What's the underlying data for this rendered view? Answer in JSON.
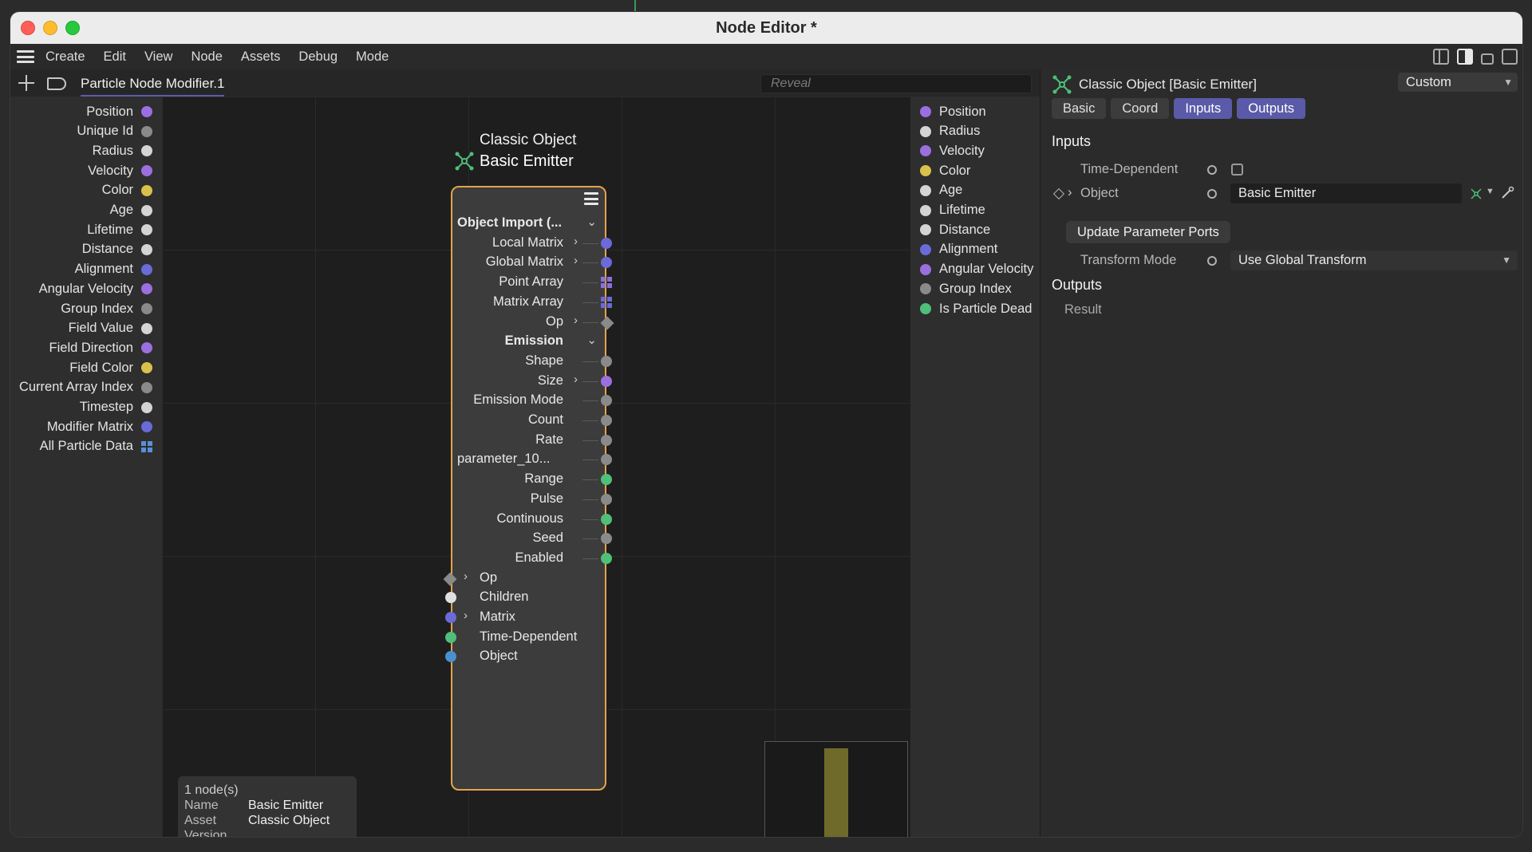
{
  "window": {
    "title": "Node Editor *"
  },
  "menu": {
    "items": [
      "Create",
      "Edit",
      "View",
      "Node",
      "Assets",
      "Debug",
      "Mode"
    ]
  },
  "tabbar": {
    "active_tab": "Particle Node Modifier.1",
    "reveal_placeholder": "Reveal"
  },
  "left_ports": [
    {
      "label": "Position",
      "color": "#9b6fe0",
      "kind": "dot"
    },
    {
      "label": "Unique Id",
      "color": "#8a8a8a",
      "kind": "dot"
    },
    {
      "label": "Radius",
      "color": "#d4d4d4",
      "kind": "dot"
    },
    {
      "label": "Velocity",
      "color": "#9b6fe0",
      "kind": "dot"
    },
    {
      "label": "Color",
      "color": "#d9c24a",
      "kind": "dot"
    },
    {
      "label": "Age",
      "color": "#d4d4d4",
      "kind": "dot"
    },
    {
      "label": "Lifetime",
      "color": "#d4d4d4",
      "kind": "dot"
    },
    {
      "label": "Distance",
      "color": "#d4d4d4",
      "kind": "dot"
    },
    {
      "label": "Alignment",
      "color": "#6a6ad8",
      "kind": "dot"
    },
    {
      "label": "Angular Velocity",
      "color": "#9b6fe0",
      "kind": "dot"
    },
    {
      "label": "Group Index",
      "color": "#8a8a8a",
      "kind": "dot"
    },
    {
      "label": "Field Value",
      "color": "#d4d4d4",
      "kind": "dot"
    },
    {
      "label": "Field Direction",
      "color": "#9b6fe0",
      "kind": "dot"
    },
    {
      "label": "Field Color",
      "color": "#d9c24a",
      "kind": "dot"
    },
    {
      "label": "Current Array Index",
      "color": "#8a8a8a",
      "kind": "dot"
    },
    {
      "label": "Timestep",
      "color": "#d4d4d4",
      "kind": "dot"
    },
    {
      "label": "Modifier Matrix",
      "color": "#6a6ad8",
      "kind": "dot"
    },
    {
      "label": "All Particle Data",
      "color": "#5a8fd8",
      "kind": "grid"
    }
  ],
  "right_ports": [
    {
      "label": "Position",
      "color": "#9b6fe0"
    },
    {
      "label": "Radius",
      "color": "#d4d4d4"
    },
    {
      "label": "Velocity",
      "color": "#9b6fe0"
    },
    {
      "label": "Color",
      "color": "#d9c24a"
    },
    {
      "label": "Age",
      "color": "#d4d4d4"
    },
    {
      "label": "Lifetime",
      "color": "#d4d4d4"
    },
    {
      "label": "Distance",
      "color": "#d4d4d4"
    },
    {
      "label": "Alignment",
      "color": "#6a6ad8"
    },
    {
      "label": "Angular Velocity",
      "color": "#9b6fe0"
    },
    {
      "label": "Group Index",
      "color": "#8a8a8a"
    },
    {
      "label": "Is Particle Dead",
      "color": "#4fbf7a"
    }
  ],
  "node": {
    "category": "Classic Object",
    "name": "Basic Emitter",
    "rows": [
      {
        "label": "Object Import (...",
        "bold": true,
        "chevron": "⌄",
        "port": "none",
        "align": "left"
      },
      {
        "label": "Local Matrix",
        "chevron": "›",
        "port": "dot",
        "color": "#6a6ad8"
      },
      {
        "label": "Global Matrix",
        "chevron": "›",
        "port": "dot",
        "color": "#6a6ad8"
      },
      {
        "label": "Point Array",
        "chevron": "",
        "port": "grid",
        "color": "#8a70d8"
      },
      {
        "label": "Matrix Array",
        "chevron": "",
        "port": "grid",
        "color": "#6a6ad8"
      },
      {
        "label": "Op",
        "chevron": "›",
        "port": "diamond",
        "color": "#8a8a8a"
      },
      {
        "label": "Emission",
        "bold": true,
        "chevron": "⌄",
        "port": "none"
      },
      {
        "label": "Shape",
        "chevron": "",
        "port": "dot",
        "color": "#8a8a8a"
      },
      {
        "label": "Size",
        "chevron": "›",
        "port": "dot",
        "color": "#9b6fe0"
      },
      {
        "label": "Emission Mode",
        "chevron": "",
        "port": "dot",
        "color": "#8a8a8a"
      },
      {
        "label": "Count",
        "chevron": "",
        "port": "dot",
        "color": "#8a8a8a"
      },
      {
        "label": "Rate",
        "chevron": "",
        "port": "dot",
        "color": "#8a8a8a"
      },
      {
        "label": "parameter_10...",
        "chevron": "",
        "port": "dot",
        "color": "#8a8a8a",
        "align": "left"
      },
      {
        "label": "Range",
        "chevron": "",
        "port": "dot",
        "color": "#4fbf7a"
      },
      {
        "label": "Pulse",
        "chevron": "",
        "port": "dot",
        "color": "#8a8a8a"
      },
      {
        "label": "Continuous",
        "chevron": "",
        "port": "dot",
        "color": "#4fbf7a"
      },
      {
        "label": "Seed",
        "chevron": "",
        "port": "dot",
        "color": "#8a8a8a"
      },
      {
        "label": "Enabled",
        "chevron": "",
        "port": "dot",
        "color": "#4fbf7a"
      }
    ],
    "inputs": [
      {
        "label": "Op",
        "chevron": "›",
        "port": "diamond",
        "color": "#8a8a8a"
      },
      {
        "label": "Children",
        "chevron": "",
        "port": "dot",
        "color": "#e0e0e0"
      },
      {
        "label": "Matrix",
        "chevron": "›",
        "port": "dot",
        "color": "#6a6ad8"
      },
      {
        "label": "Time-Dependent",
        "chevron": "",
        "port": "dot",
        "color": "#4fbf7a"
      },
      {
        "label": "Object",
        "chevron": "",
        "port": "dot",
        "color": "#4a90d0"
      }
    ]
  },
  "info_box": {
    "count": "1 node(s)",
    "name_key": "Name",
    "name_val": "Basic Emitter",
    "asset_key": "Asset",
    "asset_val": "Classic Object",
    "version_key": "Version"
  },
  "attributes": {
    "header": "Classic Object [Basic Emitter]",
    "mode": "Custom",
    "tabs": [
      {
        "label": "Basic",
        "active": false
      },
      {
        "label": "Coord",
        "active": false
      },
      {
        "label": "Inputs",
        "active": true
      },
      {
        "label": "Outputs",
        "active": true
      }
    ],
    "inputs_title": "Inputs",
    "time_dependent_label": "Time-Dependent",
    "object_label": "Object",
    "object_value": "Basic Emitter",
    "update_button": "Update Parameter Ports",
    "transform_mode_label": "Transform Mode",
    "transform_mode_value": "Use Global Transform",
    "outputs_title": "Outputs",
    "result_label": "Result"
  },
  "colors": {
    "accent": "#5a5aa8",
    "node_border": "#e5a34a",
    "emitter_green": "#4fbf7a"
  }
}
